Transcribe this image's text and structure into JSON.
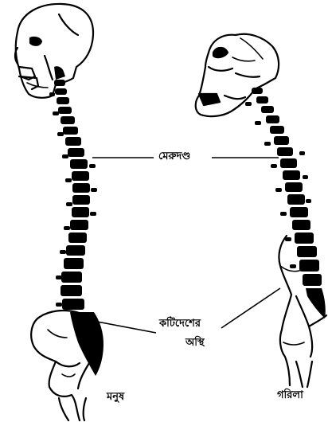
{
  "labels": {
    "spine": "মেরুদণ্ড",
    "pelvis_line1": "কটিদেশের",
    "pelvis_line2": "অস্থি",
    "human": "মনুষ",
    "gorilla": "গরিলা"
  },
  "colors": {
    "ink": "#000000",
    "background": "#ffffff"
  }
}
